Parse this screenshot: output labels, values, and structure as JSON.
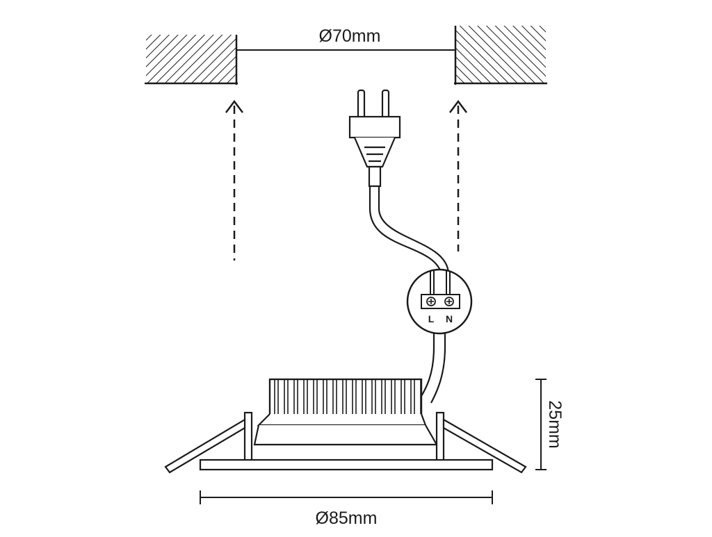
{
  "diagram": {
    "cutout_dimension": "Ø70mm",
    "outer_diameter": "Ø85mm",
    "height": "25mm",
    "terminal_live": "L",
    "terminal_neutral": "N"
  },
  "colors": {
    "line": "#1a1a1a",
    "background": "#ffffff"
  }
}
